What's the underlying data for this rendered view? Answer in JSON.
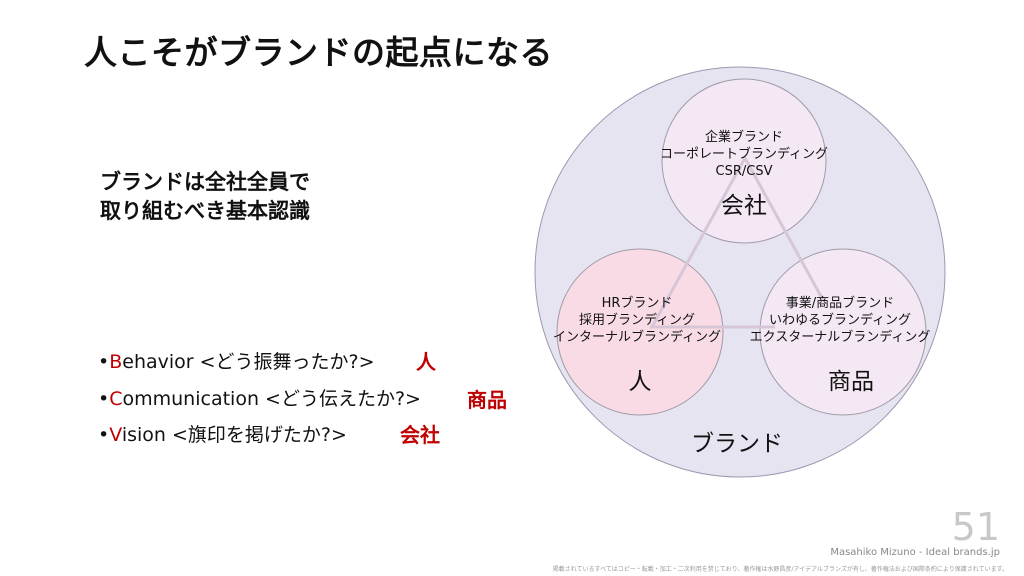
{
  "title": "人こそがブランドの起点になる",
  "subtitle": [
    "ブランドは全社全員で",
    "取り組むべき基本認識"
  ],
  "bullets": [
    {
      "initial": "B",
      "rest": "ehavior <どう振舞ったか?>",
      "tag": "人"
    },
    {
      "initial": "C",
      "rest": "ommunication <どう伝えたか?>",
      "tag": "商品"
    },
    {
      "initial": "V",
      "rest": "ision <旗印を掲げたか?>",
      "tag": "会社"
    }
  ],
  "diagram": {
    "outer_label": "ブランド",
    "company": {
      "lines": [
        "企業ブランド",
        "コーポレートブランディング",
        "CSR/CSV"
      ],
      "label": "会社"
    },
    "people": {
      "lines": [
        "HRブランド",
        "採用ブランディング",
        "インターナルブランディング"
      ],
      "label": "人"
    },
    "product": {
      "lines": [
        "事業/商品ブランド",
        "いわゆるブランディング",
        "エクスターナルブランディング"
      ],
      "label": "商品"
    }
  },
  "footer": {
    "page_number": "51",
    "author": "Masahiko Mizuno - Ideal brands.jp",
    "copyright": "掲載されているすべてはコピー・転載・加工・二次利用を禁じており、著作権は水野昌彦/アイデアルブランズが有し、著作権法および国際条約により保護されています。"
  },
  "colors": {
    "accent": "#c00000",
    "outer_circle": "#e6e4f1",
    "people_circle": "#f9dbe6",
    "circle": "#f3e8f3"
  }
}
